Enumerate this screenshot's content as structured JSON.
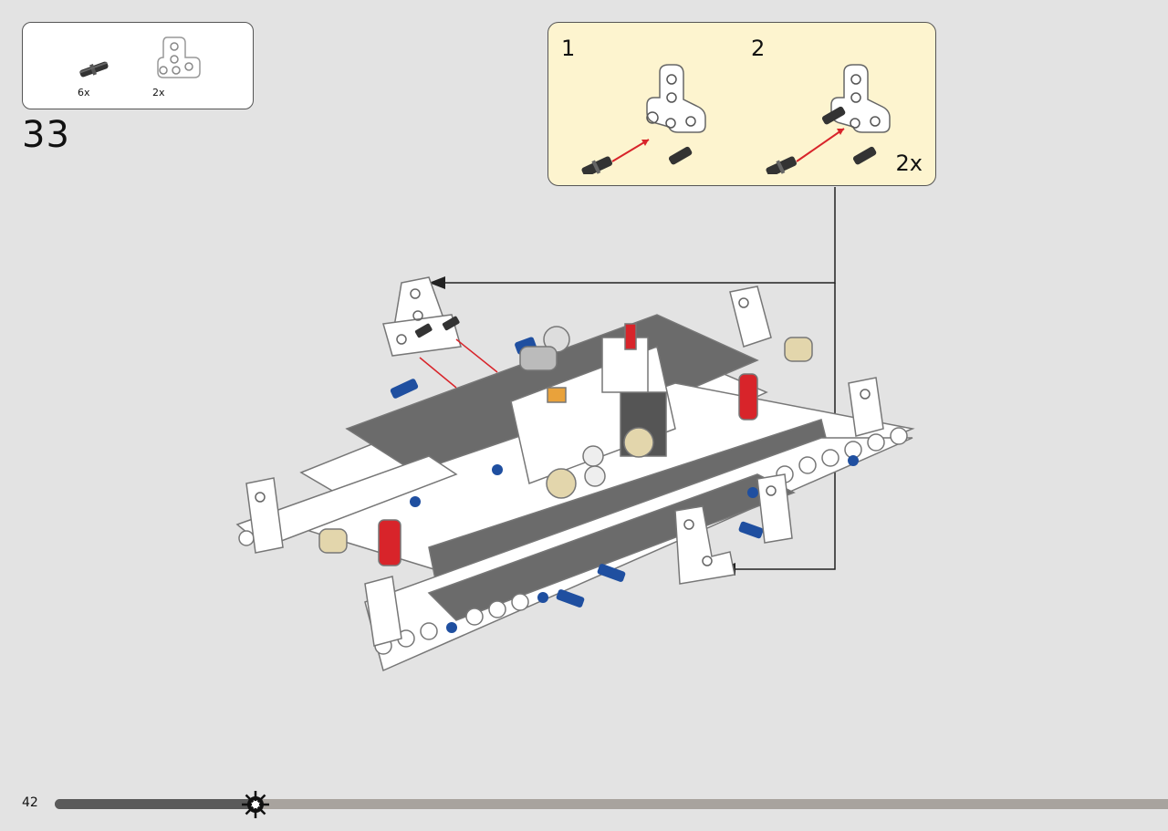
{
  "parts_list": {
    "items": [
      {
        "name": "axle-pin-with-friction",
        "qty": "6x"
      },
      {
        "name": "t-beam-liftarm",
        "qty": "2x"
      }
    ]
  },
  "step": {
    "number": "33"
  },
  "sub_assembly": {
    "steps": [
      {
        "number": "1"
      },
      {
        "number": "2"
      }
    ],
    "multiplier": "2x"
  },
  "footer": {
    "page_number": "42",
    "progress": 0.18
  },
  "colors": {
    "background": "#e3e3e3",
    "callout_bg": "#fdf4cf",
    "progress_done": "#5a5a5a",
    "progress_remaining": "#a8a39e",
    "pin_blue": "#1f4fa0",
    "highlight_red": "#d8242a"
  }
}
